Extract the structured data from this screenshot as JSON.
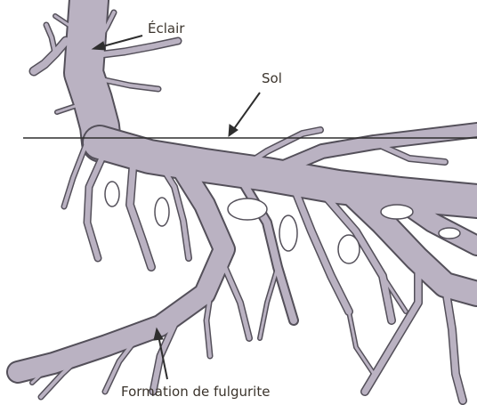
{
  "diagram": {
    "labels": {
      "lightning": "Éclair",
      "ground": "Sol",
      "fulgurite": "Formation de fulgurite"
    },
    "colors": {
      "channel_fill": "#bab2c2",
      "channel_outline": "#54505a",
      "ground_line": "#2e2e2e",
      "text": "#3b342c",
      "background": "#ffffff"
    }
  }
}
